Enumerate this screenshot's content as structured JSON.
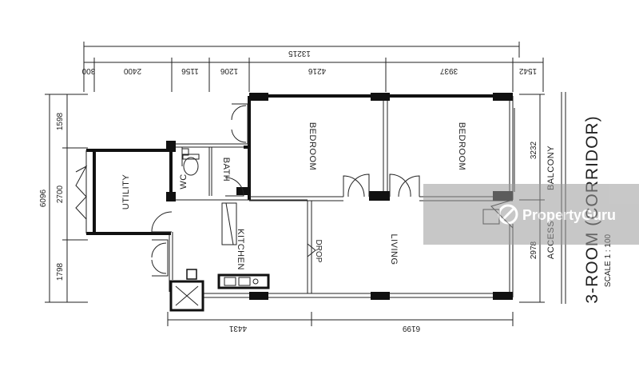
{
  "title": "3-ROOM (CORRIDOR)",
  "scale": "SCALE 1 : 100",
  "watermark": "PropertyGuru",
  "dimensions": {
    "top_total": "13215",
    "top": [
      "300",
      "2400",
      "1156",
      "1206",
      "4216",
      "3937",
      "1542"
    ],
    "left_total": "6096",
    "left": [
      "1598",
      "2700",
      "1798"
    ],
    "right": [
      "3232",
      "2978"
    ],
    "bottom": [
      "4431",
      "6199"
    ]
  },
  "rooms": {
    "bedroom1": "BEDROOM",
    "bedroom2": "BEDROOM",
    "utility": "UTILITY",
    "wc": "WC",
    "bath": "BATH",
    "kitchen": "KITCHEN",
    "living": "LIVING",
    "drop": "DROP"
  },
  "labels": {
    "balcony": "BALCONY",
    "access": "ACCESS"
  }
}
